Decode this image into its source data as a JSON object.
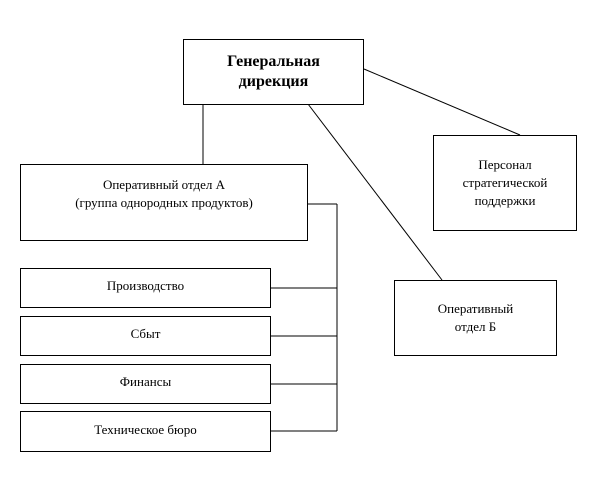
{
  "diagram": {
    "general_directorate": "Генеральная\nдирекция",
    "strategic_support": "Персонал\nстратегической\nподдержки",
    "department_a": "Оперативный отдел А\n(группа однородных продуктов)",
    "department_b": "Оперативный\nотдел Б",
    "production": "Производство",
    "sales": "Сбыт",
    "finance": "Финансы",
    "technical_bureau": "Техническое бюро"
  }
}
